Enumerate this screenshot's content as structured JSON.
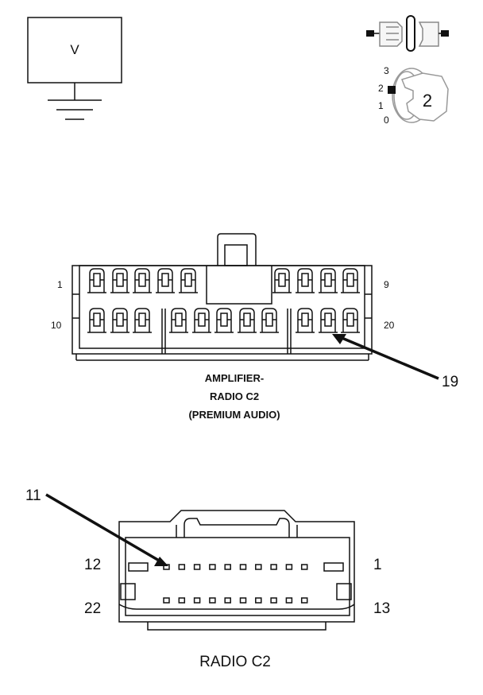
{
  "meter": {
    "symbol": "V"
  },
  "ignition": {
    "positions": [
      "3",
      "2",
      "1",
      "0"
    ],
    "selected": "2"
  },
  "amplifier_connector": {
    "title_line1": "AMPLIFIER-",
    "title_line2": "RADIO C2",
    "title_line3": "(PREMIUM AUDIO)",
    "pin_label_top_left": "1",
    "pin_label_top_right": "9",
    "pin_label_bottom_left": "10",
    "pin_label_bottom_right": "20",
    "callout": "19"
  },
  "radio_connector": {
    "title": "RADIO C2",
    "pin_label_top_left": "12",
    "pin_label_top_right": "1",
    "pin_label_bottom_left": "22",
    "pin_label_bottom_right": "13",
    "callout": "11"
  },
  "colors": {
    "line": "#111111",
    "background": "#ffffff"
  }
}
